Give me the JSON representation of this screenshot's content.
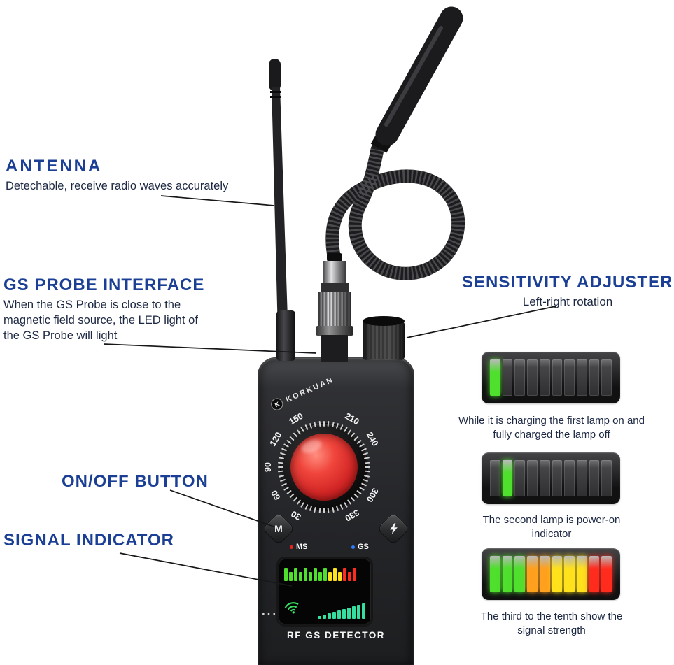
{
  "colors": {
    "heading": "#1a3f94",
    "body_text": "#1c2742",
    "led_green": "#4fdf2d",
    "led_yellow": "#ffe11c",
    "led_orange": "#ffa01e",
    "led_red": "#ff2c1e",
    "stair_teal": "#35dfa0",
    "ms_dot": "#e8231d",
    "gs_dot": "#2e7bff"
  },
  "annotations": {
    "antenna": {
      "title": "ANTENNA",
      "desc": "Detechable, receive radio waves accurately"
    },
    "gs_probe": {
      "title": "GS PROBE INTERFACE",
      "desc": "When the GS Probe is close to the magnetic field source, the LED light of the GS Probe will light"
    },
    "sensitivity": {
      "title": "SENSITIVITY ADJUSTER",
      "desc": "Left-right rotation"
    },
    "on_off": {
      "title": "ON/OFF BUTTON"
    },
    "signal": {
      "title": "SIGNAL INDICATOR"
    }
  },
  "device": {
    "brand": "KORKUAN",
    "brand_initial": "K",
    "product_label": "RF GS DETECTOR",
    "dial_numbers": [
      "30",
      "60",
      "90",
      "120",
      "150",
      "210",
      "240",
      "300",
      "330"
    ],
    "mode_button_label": "M",
    "ms_label": "MS",
    "gs_label": "GS",
    "side_dots": "···",
    "display": {
      "eq_bars": [
        {
          "c": "g",
          "h": 19
        },
        {
          "c": "g",
          "h": 13
        },
        {
          "c": "g",
          "h": 19
        },
        {
          "c": "g",
          "h": 13
        },
        {
          "c": "g",
          "h": 19
        },
        {
          "c": "g",
          "h": 13
        },
        {
          "c": "g",
          "h": 19
        },
        {
          "c": "g",
          "h": 13
        },
        {
          "c": "g",
          "h": 19
        },
        {
          "c": "y",
          "h": 13
        },
        {
          "c": "y",
          "h": 19
        },
        {
          "c": "y",
          "h": 13
        },
        {
          "c": "r",
          "h": 19
        },
        {
          "c": "r",
          "h": 13
        },
        {
          "c": "r",
          "h": 19
        }
      ],
      "stair_bars": [
        4,
        6,
        8,
        10,
        12,
        14,
        16,
        18,
        20,
        22
      ]
    }
  },
  "indicators": [
    {
      "segments": [
        "g",
        "off",
        "off",
        "off",
        "off",
        "off",
        "off",
        "off",
        "off",
        "off"
      ],
      "caption": "While it is charging the first lamp on and fully charged the lamp off"
    },
    {
      "segments": [
        "off",
        "g",
        "off",
        "off",
        "off",
        "off",
        "off",
        "off",
        "off",
        "off"
      ],
      "caption": "The second lamp is power-on indicator"
    },
    {
      "segments": [
        "g",
        "g",
        "g",
        "o",
        "o",
        "y",
        "y",
        "y",
        "r",
        "r"
      ],
      "caption": "The third to the tenth show the signal strength"
    }
  ]
}
